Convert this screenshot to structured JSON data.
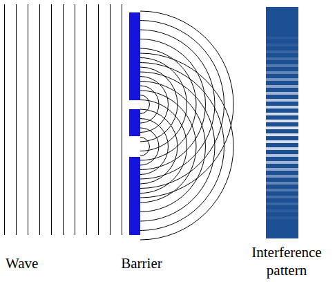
{
  "diagram": {
    "labels": [
      "Wave",
      "Barrier",
      "Interference pattern"
    ]
  }
}
